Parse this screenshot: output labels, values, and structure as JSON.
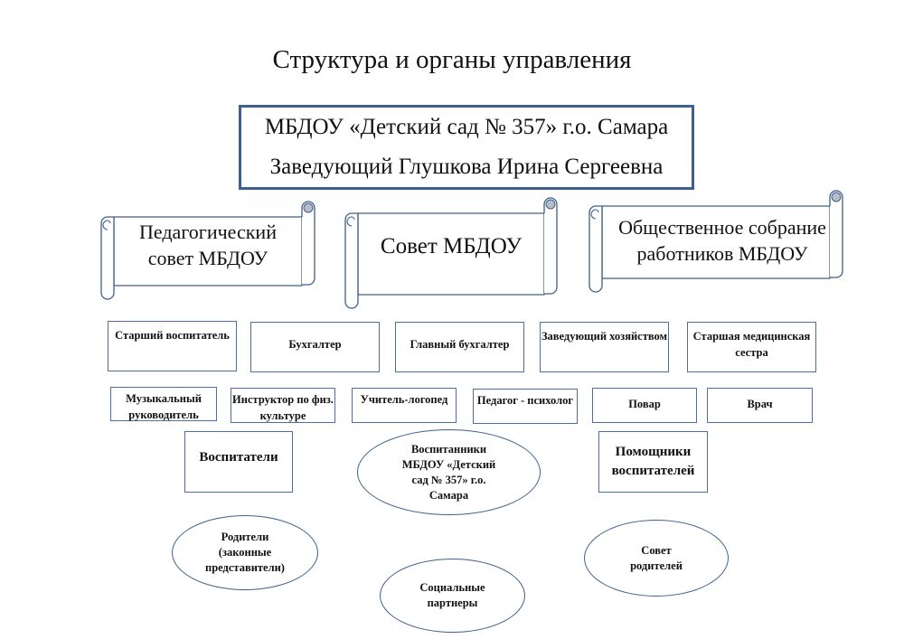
{
  "title": "Структура и органы управления",
  "head": {
    "line1": "МБДОУ «Детский сад № 357» г.о. Самара",
    "line2": "Заведующий Глушкова Ирина Сергеевна"
  },
  "councils": [
    {
      "label": "Педагогический совет МБДОУ"
    },
    {
      "label": "Совет МБДОУ"
    },
    {
      "label": "Общественное собрание работников МБДОУ"
    }
  ],
  "staff_row1": [
    "Старший воспитатель",
    "Бухгалтер",
    "Главный бухгалтер",
    "Заведующий хозяйством",
    "Старшая медицинская сестра"
  ],
  "staff_row2": [
    "Музыкальный руководитель",
    "Инструктор по физ. культуре",
    "Учитель-логопед",
    "Педагог - психолог",
    "Повар",
    "Врач"
  ],
  "educators": "Воспитатели",
  "assistants": "Помощники воспитателей",
  "pupils": "Воспитанники МБДОУ «Детский сад № 357» г.о. Самара",
  "parents": "Родители (законные представители)",
  "partners": "Социальные партнеры",
  "parent_council": "Совет родителей",
  "colors": {
    "border": "#3f5f8c",
    "curl": "#b8bcc4"
  }
}
